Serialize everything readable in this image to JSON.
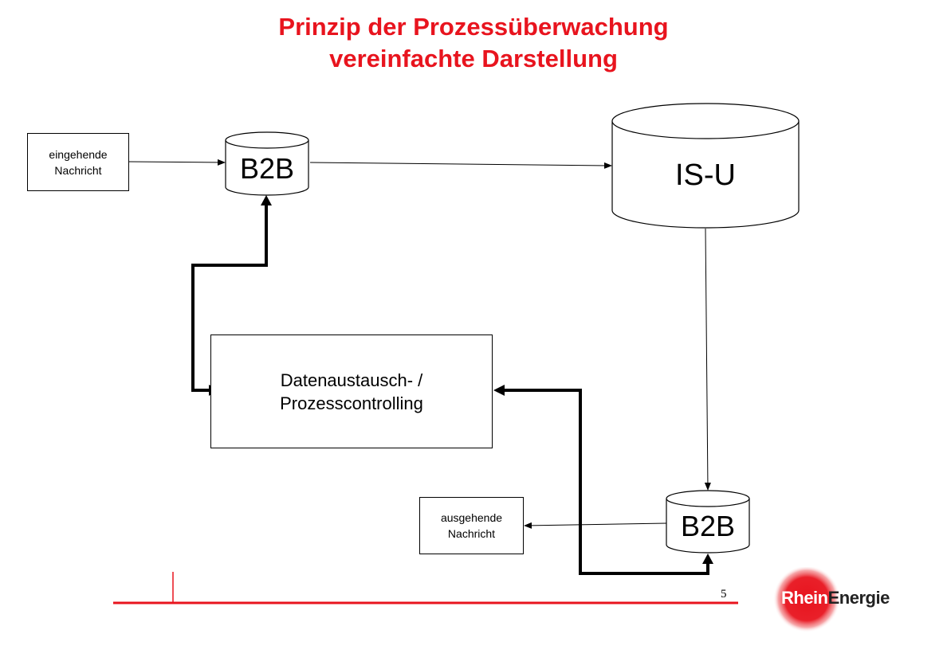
{
  "title": {
    "line1": "Prinzip der Prozessüberwachung",
    "line2": "vereinfachte Darstellung"
  },
  "nodes": {
    "incoming": {
      "line1": "eingehende",
      "line2": "Nachricht"
    },
    "b2b_top": {
      "label": "B2B"
    },
    "isu": {
      "label": "IS-U"
    },
    "controlling": {
      "line1": "Datenaustausch- /",
      "line2": "Prozesscontrolling"
    },
    "outgoing": {
      "line1": "ausgehende",
      "line2": "Nachricht"
    },
    "b2b_bottom": {
      "label": "B2B"
    }
  },
  "footer": {
    "page_number": "5"
  },
  "logo": {
    "part1": "Rhein",
    "part2": "Energie"
  },
  "colors": {
    "accent": "#e8141e",
    "line": "#000000"
  }
}
